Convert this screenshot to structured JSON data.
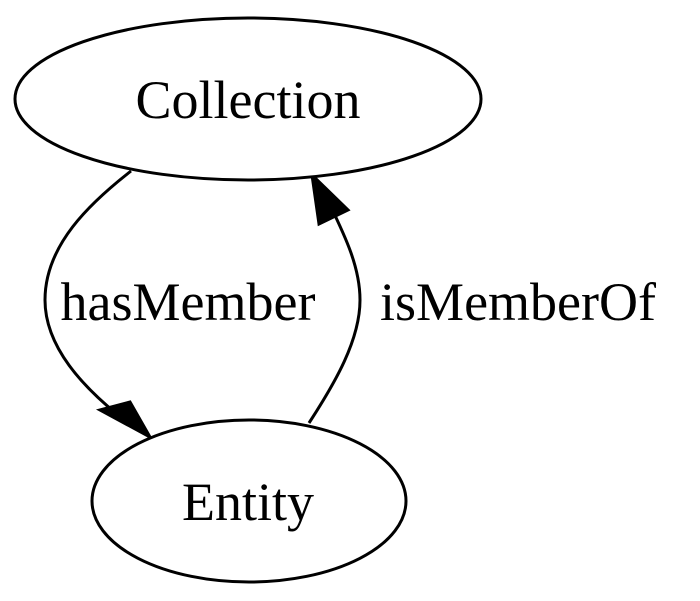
{
  "diagram": {
    "nodes": {
      "collection": {
        "label": "Collection"
      },
      "entity": {
        "label": "Entity"
      }
    },
    "edges": {
      "has_member": {
        "label": "hasMember",
        "from": "Collection",
        "to": "Entity"
      },
      "is_member_of": {
        "label": "isMemberOf",
        "from": "Entity",
        "to": "Collection"
      }
    },
    "colors": {
      "stroke": "#000000",
      "fill": "#ffffff",
      "text": "#000000"
    }
  }
}
